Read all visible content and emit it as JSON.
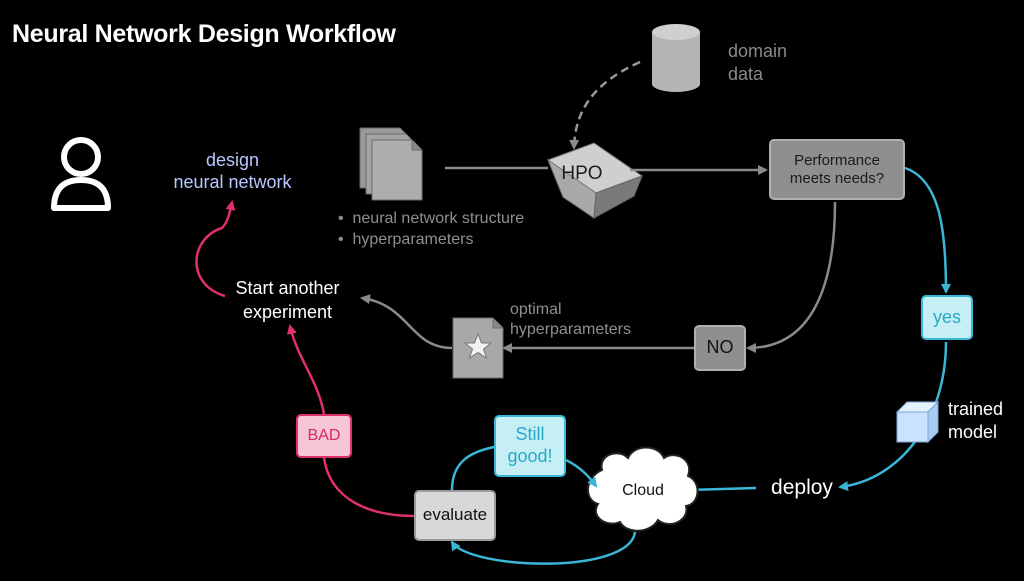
{
  "title": "Neural Network Design Workflow",
  "nodes": {
    "design": "design neural network",
    "design_line1": "design",
    "design_line2": "neural network",
    "artifacts": [
      "neural network structure",
      "hyperparameters"
    ],
    "domain_data_line1": "domain",
    "domain_data_line2": "data",
    "hpo": "HPO",
    "performance_line1": "Performance",
    "performance_line2": "meets needs?",
    "yes": "yes",
    "no": "NO",
    "trained_model_line1": "trained",
    "trained_model_line2": "model",
    "deploy": "deploy",
    "cloud": "Cloud",
    "evaluate": "evaluate",
    "still_good_line1": "Still",
    "still_good_line2": "good!",
    "bad": "BAD",
    "optimal_line1": "optimal",
    "optimal_line2": "hyperparameters",
    "start_line1": "Start another",
    "start_line2": "experiment"
  },
  "colors": {
    "background": "#000000",
    "gray_flow": "#8a8a8a",
    "blue_flow": "#3ab7d6",
    "red_flow": "#e0306a",
    "design_text": "#b8c8ff",
    "cyan_box_fill": "#c6eef5",
    "cyan_box_text": "#29a9c9",
    "bad_fill": "#f7c6d6",
    "bad_text": "#d8285f",
    "gray_box_fill": "#8f8f8f",
    "cube_fill": "#c9e2ff"
  },
  "icons": [
    "user-icon",
    "document-stack-icon",
    "database-icon",
    "hpo-cube-icon",
    "star-document-icon",
    "cube-icon",
    "cloud-icon"
  ]
}
